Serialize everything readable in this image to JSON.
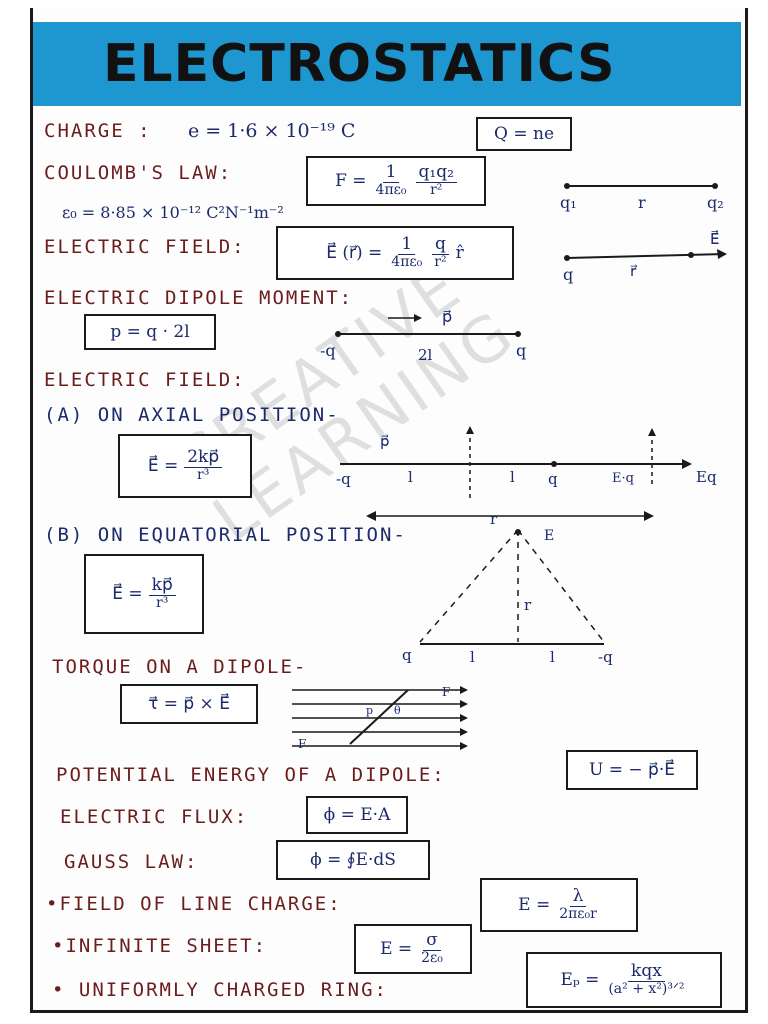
{
  "title": "ELECTROSTATICS",
  "watermark": [
    "CREATIVE",
    "LEARNING"
  ],
  "charge": {
    "label": "CHARGE :",
    "formula": "e = 1·6 × 10⁻¹⁹ C",
    "box": "Q = ne"
  },
  "coulomb": {
    "label": "COULOMB'S LAW:",
    "lhs": "F =",
    "num1": "1",
    "den1": "4πε₀",
    "num2": "q₁q₂",
    "den2": "r²",
    "eps": "ε₀ = 8·85 × 10⁻¹² C²N⁻¹m⁻²",
    "q1": "q₁",
    "r": "r",
    "q2": "q₂"
  },
  "field": {
    "label": "ELECTRIC  FIELD:",
    "lhs": "E⃗ (r⃗) =",
    "num1": "1",
    "den1": "4πε₀",
    "num2": "q",
    "den2": "r²",
    "unit": "r̂",
    "q": "q",
    "rvec": "r⃗",
    "E": "E⃗"
  },
  "dipole": {
    "label": "ELECTRIC DIPOLE MOMENT:",
    "box": "p = q · 2l",
    "minus_q": "-q",
    "plus_q": "q",
    "len": "2l",
    "p": "p⃗"
  },
  "field2": {
    "label": "ELECTRIC  FIELD:"
  },
  "axial": {
    "label": "(A) ON AXIAL POSITION-",
    "lhs": "E⃗ =",
    "num": "2kp⃗",
    "den": "r³",
    "p": "p⃗",
    "minus_q": "-q",
    "l1": "l",
    "l2": "l",
    "q": "q",
    "Eq": "E·q",
    "Eq2": "Eq",
    "r": "r"
  },
  "equatorial": {
    "label": "(B) ON EQUATORIAL POSITION-",
    "lhs": "E⃗ =",
    "num": "kp⃗",
    "den": "r³",
    "E": "E",
    "r": "r",
    "q": "q",
    "l1": "l",
    "l2": "l",
    "minus_q": "-q"
  },
  "torque": {
    "label": "TORQUE ON A DIPOLE-",
    "box": "τ⃗ = p⃗ × E⃗",
    "F1": "F",
    "F2": "F",
    "p": "p",
    "theta": "θ"
  },
  "potential": {
    "label": "POTENTIAL  ENERGY  OF A DIPOLE:",
    "box": "U = − p⃗·E⃗"
  },
  "flux": {
    "label": "ELECTRIC  FLUX:",
    "box": "ϕ = E·A"
  },
  "gauss": {
    "label": "GAUSS  LAW:",
    "box": "ϕ = ∮E·dS"
  },
  "line": {
    "label": "•FIELD  OF  LINE  CHARGE:",
    "lhs": "E =",
    "num": "λ",
    "den": "2πε₀r"
  },
  "sheet": {
    "label": "•INFINITE  SHEET:",
    "lhs": "E =",
    "num": "σ",
    "den": "2ε₀"
  },
  "ring": {
    "label": "• UNIFORMLY  CHARGED  RING:",
    "lhs": "Eₚ =",
    "num": "kqx",
    "den": "(a² + x²)³ᐟ²"
  }
}
